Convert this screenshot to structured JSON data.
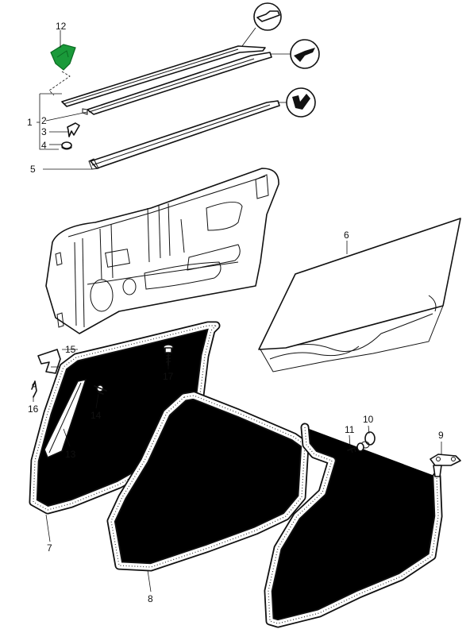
{
  "diagram": {
    "part_numbers": [
      "1",
      "2",
      "3",
      "4",
      "5",
      "6",
      "7",
      "8",
      "9",
      "10",
      "11",
      "12",
      "13",
      "14",
      "15",
      "16",
      "17"
    ],
    "highlight_color": "#1a9a3a",
    "line_color": "#111111"
  }
}
